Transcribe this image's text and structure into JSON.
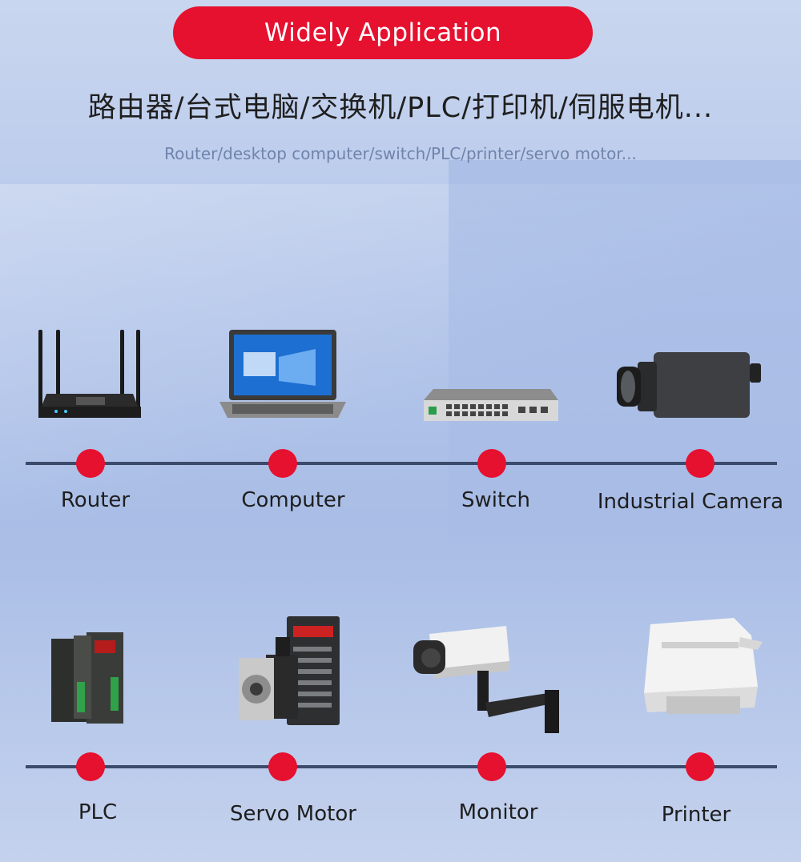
{
  "banner": {
    "title": "Widely Application"
  },
  "headline": "路由器/台式电脑/交换机/PLC/打印机/伺服电机...",
  "subheadline": "Router/desktop computer/switch/PLC/printer/servo motor...",
  "colors": {
    "accent": "#e6102f",
    "line": "#3c4a6b"
  },
  "row1": [
    {
      "label": "Router",
      "icon": "router-icon"
    },
    {
      "label": "Computer",
      "icon": "laptop-icon"
    },
    {
      "label": "Switch",
      "icon": "switch-icon"
    },
    {
      "label": "Industrial Camera",
      "icon": "industrial-camera-icon"
    }
  ],
  "row2": [
    {
      "label": "PLC",
      "icon": "plc-icon"
    },
    {
      "label": "Servo Motor",
      "icon": "servo-motor-icon"
    },
    {
      "label": "Monitor",
      "icon": "security-camera-icon"
    },
    {
      "label": "Printer",
      "icon": "printer-icon"
    }
  ]
}
